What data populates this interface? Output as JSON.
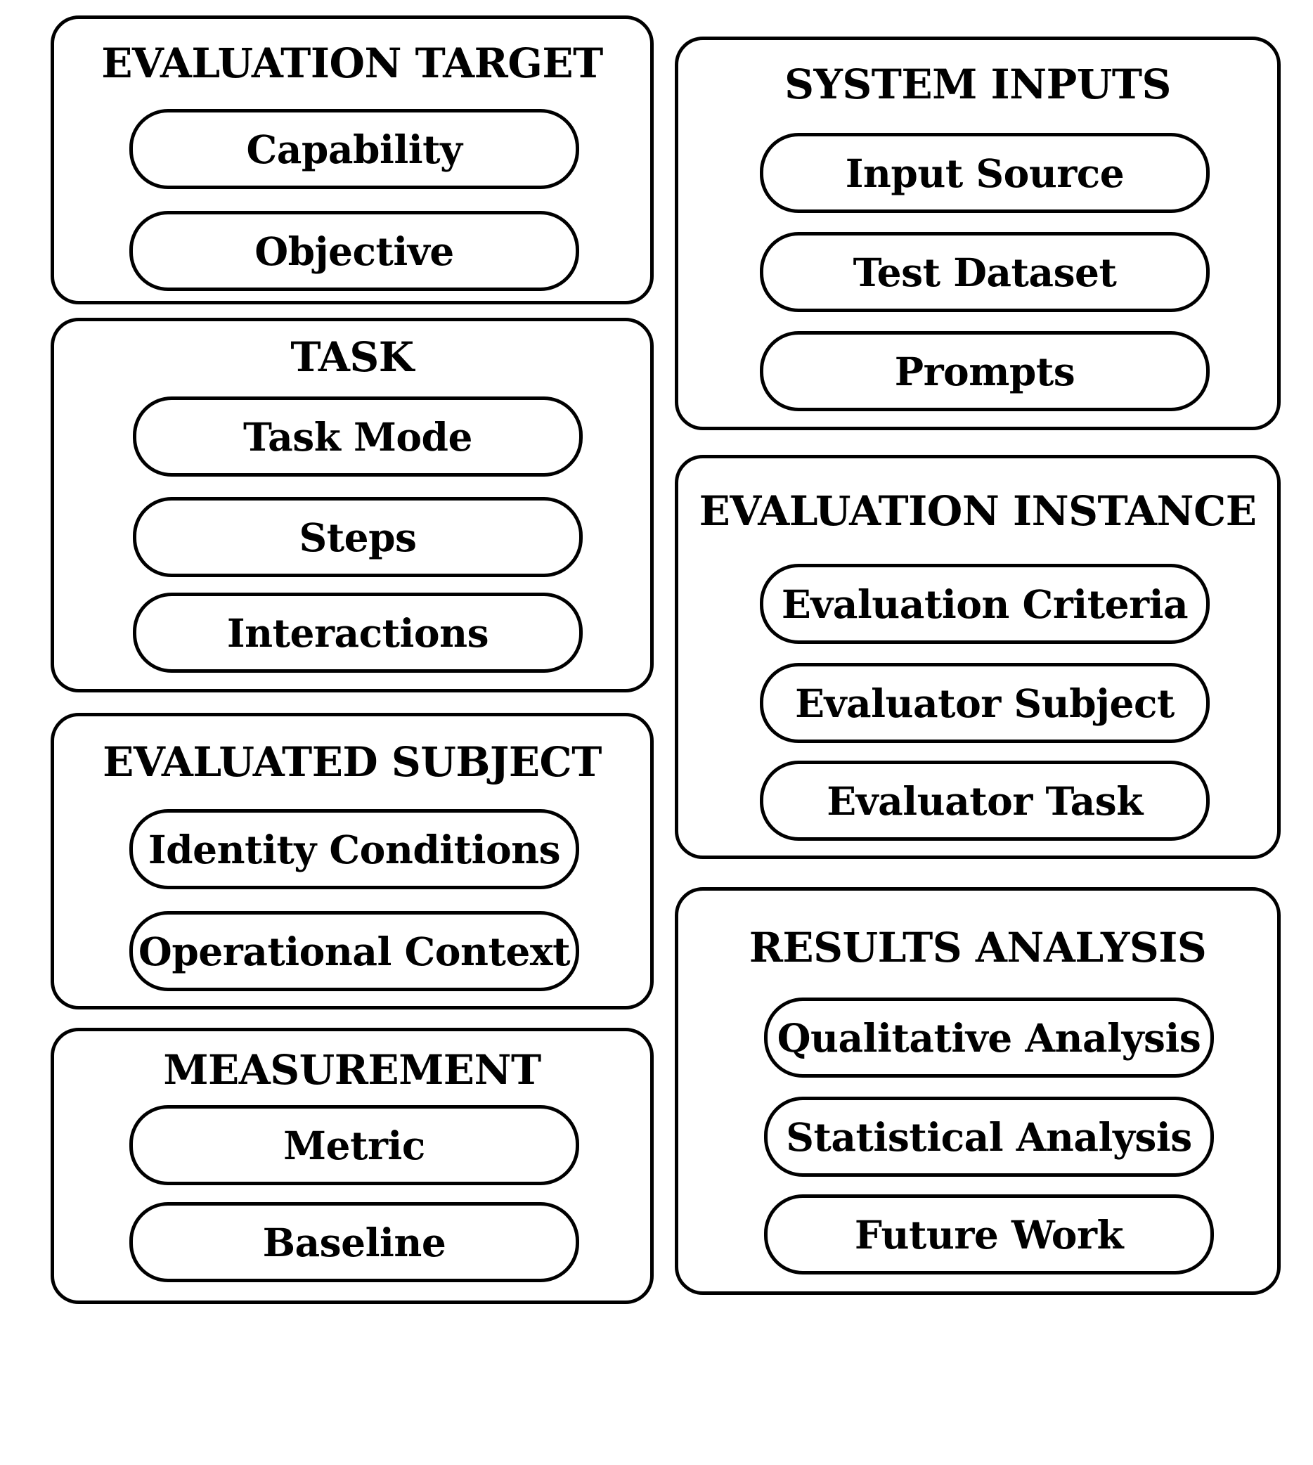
{
  "groups": {
    "evaluation_target": {
      "title": "EVALUATION TARGET",
      "items": [
        "Capability",
        "Objective"
      ]
    },
    "task": {
      "title": "TASK",
      "items": [
        "Task Mode",
        "Steps",
        "Interactions"
      ]
    },
    "evaluated_subject": {
      "title": "EVALUATED SUBJECT",
      "items": [
        "Identity Conditions",
        "Operational Context"
      ]
    },
    "measurement": {
      "title": "MEASUREMENT",
      "items": [
        "Metric",
        "Baseline"
      ]
    },
    "system_inputs": {
      "title": "SYSTEM INPUTS",
      "items": [
        "Input Source",
        "Test Dataset",
        "Prompts"
      ]
    },
    "evaluation_instance": {
      "title": "EVALUATION INSTANCE",
      "items": [
        "Evaluation Criteria",
        "Evaluator Subject",
        "Evaluator Task"
      ]
    },
    "results_analysis": {
      "title": "RESULTS ANALYSIS",
      "items": [
        "Qualitative Analysis",
        "Statistical Analysis",
        "Future Work"
      ]
    }
  }
}
